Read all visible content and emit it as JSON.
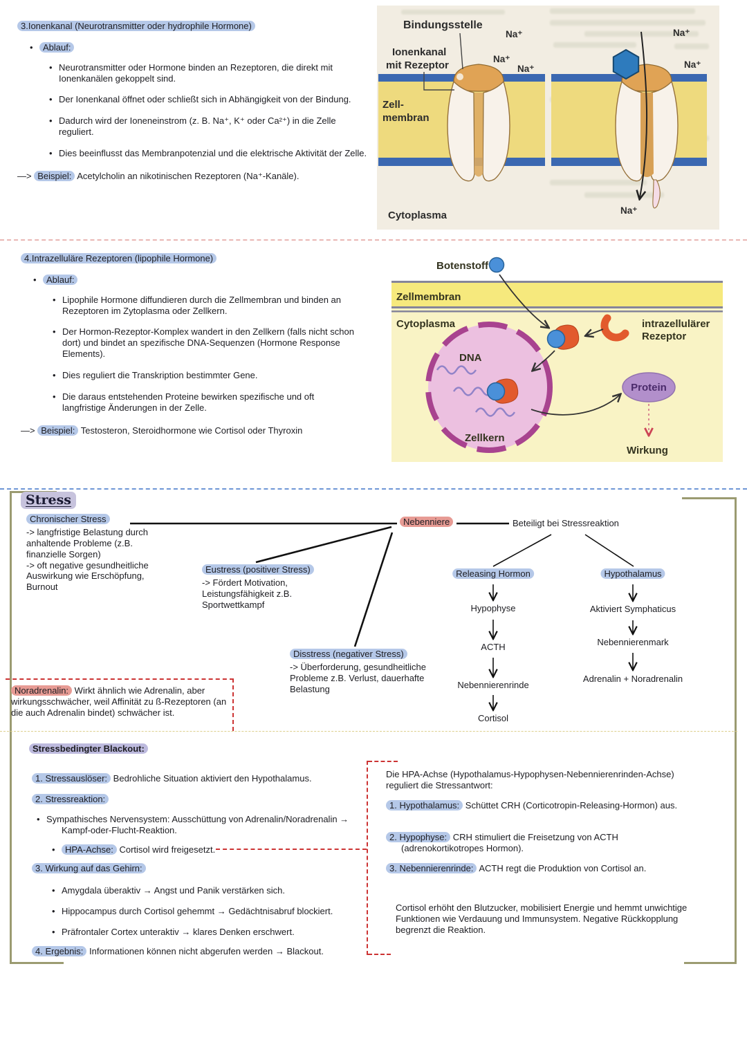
{
  "colors": {
    "highlight_blue": "#b5c8e8",
    "highlight_salmon": "#e79b94",
    "highlight_lavender": "#bdbade",
    "bracket_olive": "#9b9b71",
    "dashed_red": "#cc3333",
    "separator_pink": "#e9b6b4",
    "separator_blue": "#6d95d5",
    "separator_yellow": "#ddcf8b",
    "fig_membrane_yellow": "#eeda7e",
    "fig_membrane_blue": "#3b68b1",
    "fig_nucleus_pink": "#ecc0e0",
    "fig_receptor_orange": "#e25a2d",
    "fig_ligand_blue": "#4a90d9",
    "fig_protein_purple": "#b28fcb"
  },
  "section3": {
    "heading": "3.Ionenkanal (Neurotransmitter oder hydrophile Hormone)",
    "ablauf": "Ablauf:",
    "bullets": [
      "Neurotransmitter oder Hormone binden an Rezeptoren, die direkt mit Ionenkanälen gekoppelt sind.",
      "Der Ionenkanal öffnet oder schließt sich in Abhängigkeit von der Bindung.",
      "Dadurch wird der Ioneneinstrom (z. B. Na⁺, K⁺ oder Ca²⁺) in die Zelle reguliert.",
      "Dies beeinflusst das Membranpotenzial und die elektrische Aktivität der Zelle."
    ],
    "beispiel_arrow": "—>",
    "beispiel_label": "Beispiel:",
    "beispiel_text": "Acetylcholin an nikotinischen Rezeptoren (Na⁺-Kanäle)."
  },
  "figure1": {
    "bindungsstelle": "Bindungsstelle",
    "ionenkanal": "Ionenkanal",
    "mit_rezeptor": "mit Rezeptor",
    "zell": "Zell-",
    "membran": "membran",
    "cytoplasma": "Cytoplasma",
    "na": "Na⁺"
  },
  "section4": {
    "heading": "4.Intrazelluläre Rezeptoren (lipophile Hormone)",
    "ablauf": "Ablauf:",
    "bullets": [
      "Lipophile Hormone diffundieren durch die Zellmembran und binden an Rezeptoren im Zytoplasma oder Zellkern.",
      "Der Hormon-Rezeptor-Komplex wandert in den Zellkern (falls nicht schon dort) und bindet an spezifische DNA-Sequenzen (Hormone Response Elements).",
      "Dies reguliert die Transkription bestimmter Gene.",
      "Die daraus entstehenden Proteine bewirken spezifische und oft langfristige Änderungen in der Zelle."
    ],
    "beispiel_arrow": "—>",
    "beispiel_label": "Beispiel:",
    "beispiel_text": "Testosteron, Steroidhormone wie Cortisol oder Thyroxin"
  },
  "figure2": {
    "botenstoff": "Botenstoff",
    "zellmembran": "Zellmembran",
    "cytoplasma": "Cytoplasma",
    "dna": "DNA",
    "zellkern": "Zellkern",
    "intra1": "intrazellulärer",
    "intra2": "Rezeptor",
    "protein": "Protein",
    "wirkung": "Wirkung"
  },
  "stress": {
    "title": "Stress",
    "chronischer_label": "Chronischer Stress",
    "chronischer_text": "-> langfristige Belastung durch anhaltende Probleme (z.B. finanzielle Sorgen)\n-> oft negative gesundheitliche Auswirkung wie Erschöpfung, Burnout",
    "eustress_label": "Eustress (positiver Stress)",
    "eustress_text": "-> Fördert Motivation, Leistungsfähigkeit z.B. Sportwettkampf",
    "disstress_label": "Disstress (negativer Stress)",
    "disstress_text": "-> Überforderung, gesundheitliche Probleme z.B. Verlust, dauerhafte Belastung",
    "nebenniere": "Nebenniere",
    "beteiligt": "Beteiligt bei Stressreaktion",
    "hpa_chain": [
      "Releasing Hormon",
      "Hypophyse",
      "ACTH",
      "Nebennierenrinde",
      "Cortisol"
    ],
    "sym_chain": [
      "Hypothalamus",
      "Aktiviert Symphaticus",
      "Nebennierenmark",
      "Adrenalin + Noradrenalin"
    ],
    "noradrenalin_label": "Noradrenalin:",
    "noradrenalin_text": "Wirkt ähnlich wie Adrenalin, aber wirkungsschwächer, weil Affinität zu ß-Rezeptoren (an die auch Adrenalin bindet) schwächer ist."
  },
  "blackout": {
    "heading": "Stressbedingter Blackout:",
    "item1_label": "1. Stressauslöser:",
    "item1_text": "Bedrohliche Situation aktiviert den Hypothalamus.",
    "item2_label": "2. Stressreaktion:",
    "bullet_sympathisch": "Sympathisches Nervensystem: Ausschüttung von Adrenalin/Noradrenalin → Kampf-oder-Flucht-Reaktion.",
    "bullet_hpa_label": "HPA-Achse:",
    "bullet_hpa_text": "Cortisol wird freigesetzt.",
    "item3_label": "3. Wirkung auf das Gehirn:",
    "bullet_amygdala": "Amygdala überaktiv → Angst und Panik verstärken sich.",
    "bullet_hippocampus": "Hippocampus durch Cortisol gehemmt → Gedächtnisabruf blockiert.",
    "bullet_cortex": "Präfrontaler Cortex unteraktiv → klares Denken erschwert.",
    "item4_label": "4. Ergebnis:",
    "item4_text": "Informationen können nicht abgerufen werden → Blackout."
  },
  "hpa_box": {
    "intro": "Die HPA-Achse (Hypothalamus-Hypophysen-Nebennierenrinden-Achse) reguliert die Stressantwort:",
    "item1_label": "1. Hypothalamus:",
    "item1_text": "Schüttet CRH (Corticotropin-Releasing-Hormon) aus.",
    "item2_label": "2. Hypophyse:",
    "item2_text": "CRH stimuliert die Freisetzung von ACTH (adrenokortikotropes Hormon).",
    "item3_label": "3. Nebennierenrinde:",
    "item3_text": "ACTH regt die Produktion von Cortisol an.",
    "footer": "Cortisol erhöht den Blutzucker, mobilisiert Energie und hemmt unwichtige Funktionen wie Verdauung und Immunsystem. Negative Rückkopplung begrenzt die Reaktion."
  }
}
